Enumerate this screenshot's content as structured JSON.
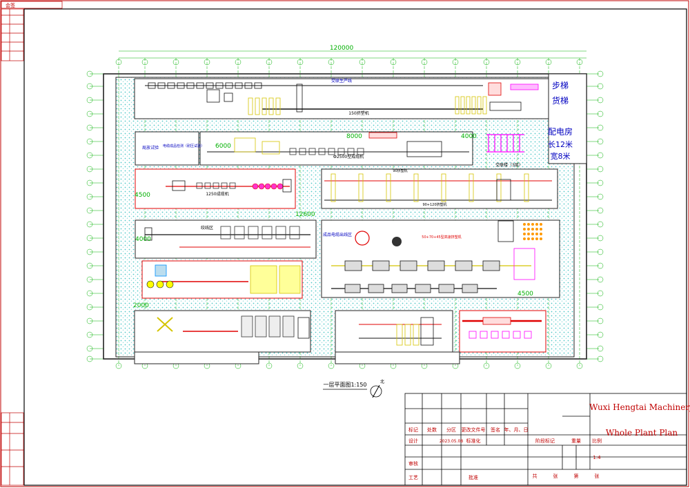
{
  "title_block": {
    "company": "Wuxi Hengtai Machinery",
    "drawing_title": "Whole Plant Plan",
    "labels_row1": [
      "标记",
      "处数",
      "分区",
      "更改文件号",
      "签名",
      "年、月、日"
    ],
    "labels_row2": [
      "设计",
      "2023.05.08",
      "标准化"
    ],
    "labels_row3": [
      "审核"
    ],
    "labels_row4": [
      "工艺",
      "批准"
    ],
    "stage_label": "阶段标记",
    "weight_label": "重量",
    "scale_label": "比例",
    "scale_value": "1:4",
    "sheet_labels": [
      "共",
      "张",
      "第",
      "张"
    ]
  },
  "top_left_tab": "会签",
  "plan": {
    "overall_dimension": "120000",
    "plan_title": "一层平面图1:150",
    "north_label": "北",
    "area_labels": {
      "cross_link_production": "交联生产线",
      "extruder_150": "150挤塑机",
      "stairs": "步梯",
      "freight_lift": "货梯",
      "power_room": "配电房",
      "power_room_size": "长12米宽8米",
      "cross_link_building": "交联楼（3层）",
      "partial_discharge": "局放试验",
      "cable_test": "电缆成品检测（耐压试验）",
      "cabling_2500": "Ф2500型成缆机",
      "extruder_90": "90挤塑机",
      "extruder_90_120": "90+120挤塑机",
      "cabling_1250": "1250成缆机",
      "stranding_area": "绞线区",
      "finished_cable_area": "成品电缆出线区",
      "extruder_50_70": "50+70+45型高速挤塑机",
      "dim_6000": "6000",
      "dim_8000": "8000",
      "dim_4000a": "4000",
      "dim_4000b": "4000",
      "dim_4500": "4500",
      "dim_2000": "2000",
      "dim_12600": "12600",
      "dim_4500b": "4500"
    }
  },
  "colors": {
    "frame": "#c00000",
    "grid": "#00b000",
    "walls": "#222222",
    "machine_red": "#e00000",
    "machine_yellow": "#d4c400",
    "machine_magenta": "#ff00ff",
    "text_blue": "#0000c0",
    "hatch": "#5fd0d0"
  }
}
